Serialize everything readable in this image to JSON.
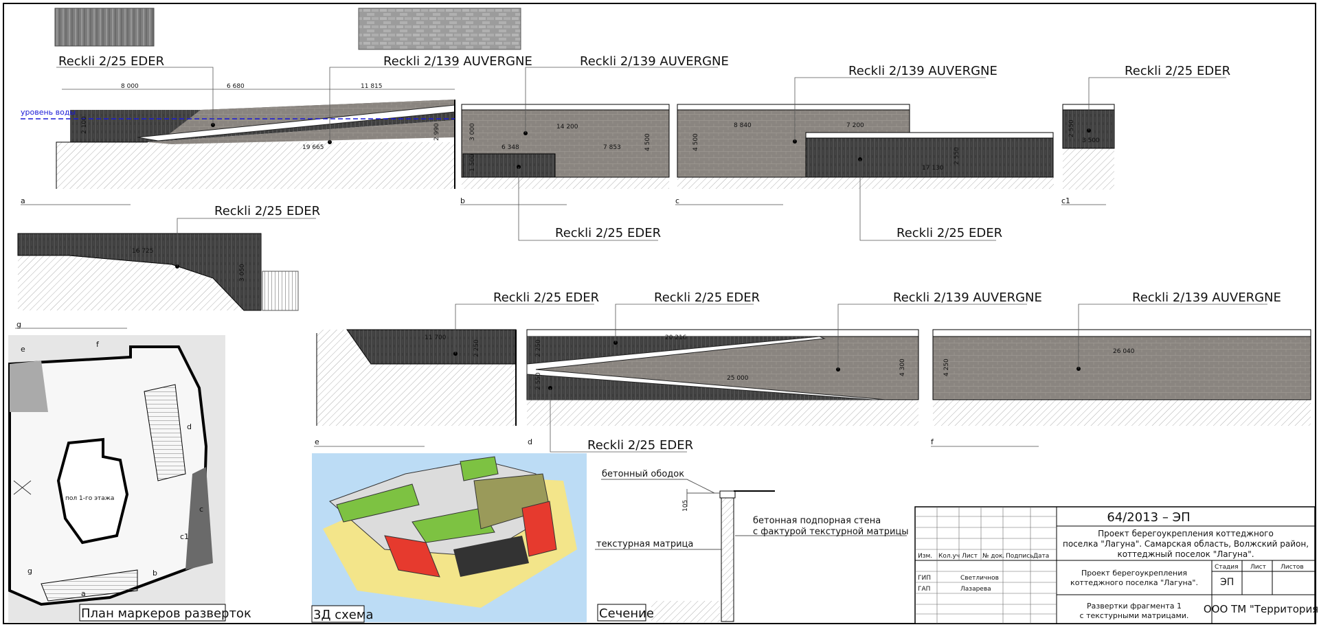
{
  "texture_names": {
    "eder": "Reckli 2/25 EDER",
    "auvergne": "Reckli 2/139 AUVERGNE"
  },
  "water_level_label": "уровень воды",
  "sections": {
    "a": {
      "id": "a",
      "dims": [
        "8 000",
        "6 680",
        "11 815",
        "19 665",
        "2 100",
        "2 990"
      ]
    },
    "b": {
      "id": "b",
      "dims": [
        "14 200",
        "6 348",
        "7 853",
        "3 000",
        "4 500",
        "1 500"
      ]
    },
    "c": {
      "id": "c",
      "dims": [
        "8 840",
        "7 200",
        "17 130",
        "4 500",
        "2 550"
      ]
    },
    "c1": {
      "id": "c1",
      "dims": [
        "2 550",
        "3 500"
      ]
    },
    "g": {
      "id": "g",
      "dims": [
        "16 725",
        "3 050"
      ]
    },
    "e": {
      "id": "e",
      "dims": [
        "11 700",
        "2 250"
      ]
    },
    "d": {
      "id": "d",
      "dims": [
        "20 216",
        "25 000",
        "2 250",
        "2 550",
        "4 300"
      ]
    },
    "f": {
      "id": "f",
      "dims": [
        "26 040",
        "4 250"
      ]
    }
  },
  "plan": {
    "caption": "План маркеров разверток",
    "room_label": "пол 1-го этажа",
    "marker_labels": [
      "f",
      "d",
      "c",
      "c1",
      "b",
      "g",
      "a",
      "e"
    ]
  },
  "scheme3d": {
    "caption": "3Д схема"
  },
  "cross_section": {
    "caption": "Сечение",
    "label_rim": "бетонный ободок",
    "label_wall_1": "бетонная подпорная стена",
    "label_wall_2": "с фактурой текстурной матрицы",
    "label_matrix": "текстурная матрица",
    "dim_rim": "105"
  },
  "title_block": {
    "code": "64/2013 – ЭП",
    "project_1": "Проект берегоукрепления коттеджного",
    "project_2": "поселка \"Лагуна\". Самарская область, Волжский район,",
    "project_3": "коттеджный поселок \"Лагуна\".",
    "sheet_1": "Проект берегоукрепления",
    "sheet_2": "коттеджного поселка \"Лагуна\".",
    "drawing_1": "Развертки фрагмента 1",
    "drawing_2": "с текстурными матрицами.",
    "company": "ООО ТМ \"Территория\"",
    "stage_head": "Стадия",
    "sheet_head": "Лист",
    "sheets_head": "Листов",
    "stage": "ЭП",
    "columns": [
      "Изм.",
      "Кол.уч",
      "Лист",
      "№ док.",
      "Подпись",
      "Дата"
    ],
    "rows": [
      {
        "role": "ГИП",
        "name": "Светличнов"
      },
      {
        "role": "ГАП",
        "name": "Лазарева"
      }
    ]
  },
  "colors": {
    "eder_fill": "#3f3f3f",
    "auvergne_fill": "#8a8580",
    "water_line": "#1a1ad6",
    "plan_bg": "#e6e6e6",
    "scheme_bg": "#bcdcf5",
    "green_roof": "#7dc242",
    "red_wall": "#e63a2e",
    "sand": "#f3e58a"
  }
}
